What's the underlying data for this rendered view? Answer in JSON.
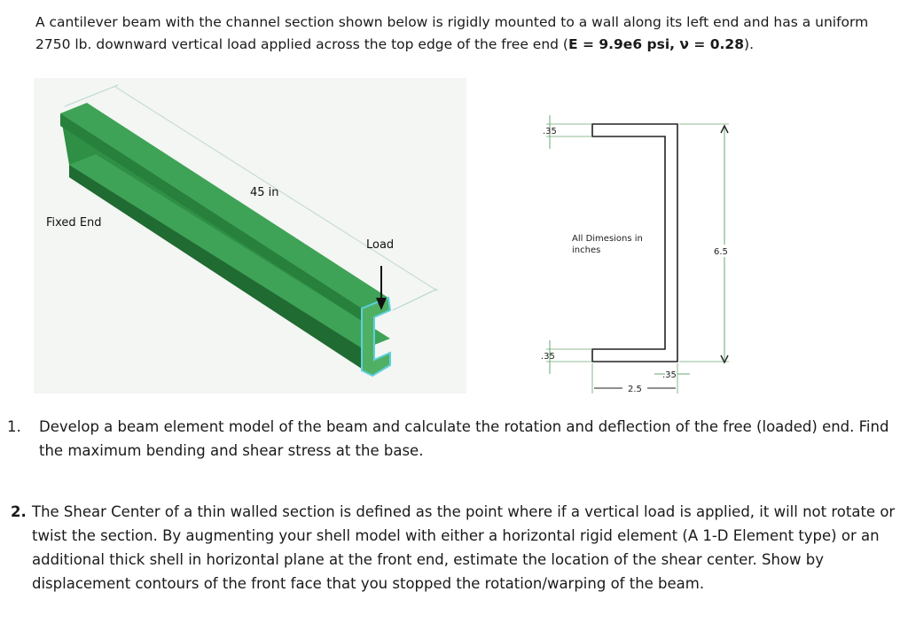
{
  "intro": {
    "text": "A cantilever beam with the channel section shown below is rigidly mounted to a wall along its left end and has a uniform 2750 lb. downward vertical load applied across the top edge of the free end (",
    "bold": "E = 9.9e6 psi, ν = 0.28",
    "end": ")."
  },
  "beam_figure": {
    "fixed_end_label": "Fixed End",
    "length_label": "45 in",
    "load_label": "Load"
  },
  "section_figure": {
    "top_thickness": ".35",
    "bottom_thickness": ".35",
    "web_thickness": ".35",
    "flange_width": "2.5",
    "height": "6.5",
    "note_line1": "All Dimesions in",
    "note_line2": "inches"
  },
  "questions": [
    {
      "number": "1.",
      "text": "Develop a beam element model of the beam and calculate the rotation and deflection of the free (loaded) end. Find the maximum bending and shear stress at the base."
    },
    {
      "number": "2.",
      "text": "The Shear Center of a thin walled section is defined as the point where if a vertical load is applied, it will not rotate or twist the section. By augmenting your shell model with either a horizontal rigid element (A 1-D Element type) or an additional thick shell in horizontal plane at the front end, estimate the location of the shear center. Show by displacement contours of the front face that you stopped the rotation/warping of the beam."
    }
  ],
  "colors": {
    "beam_green": "#2f8f45",
    "beam_dark": "#1f6b32",
    "beam_edge": "#5ab868",
    "highlight": "#5fd0e0"
  }
}
